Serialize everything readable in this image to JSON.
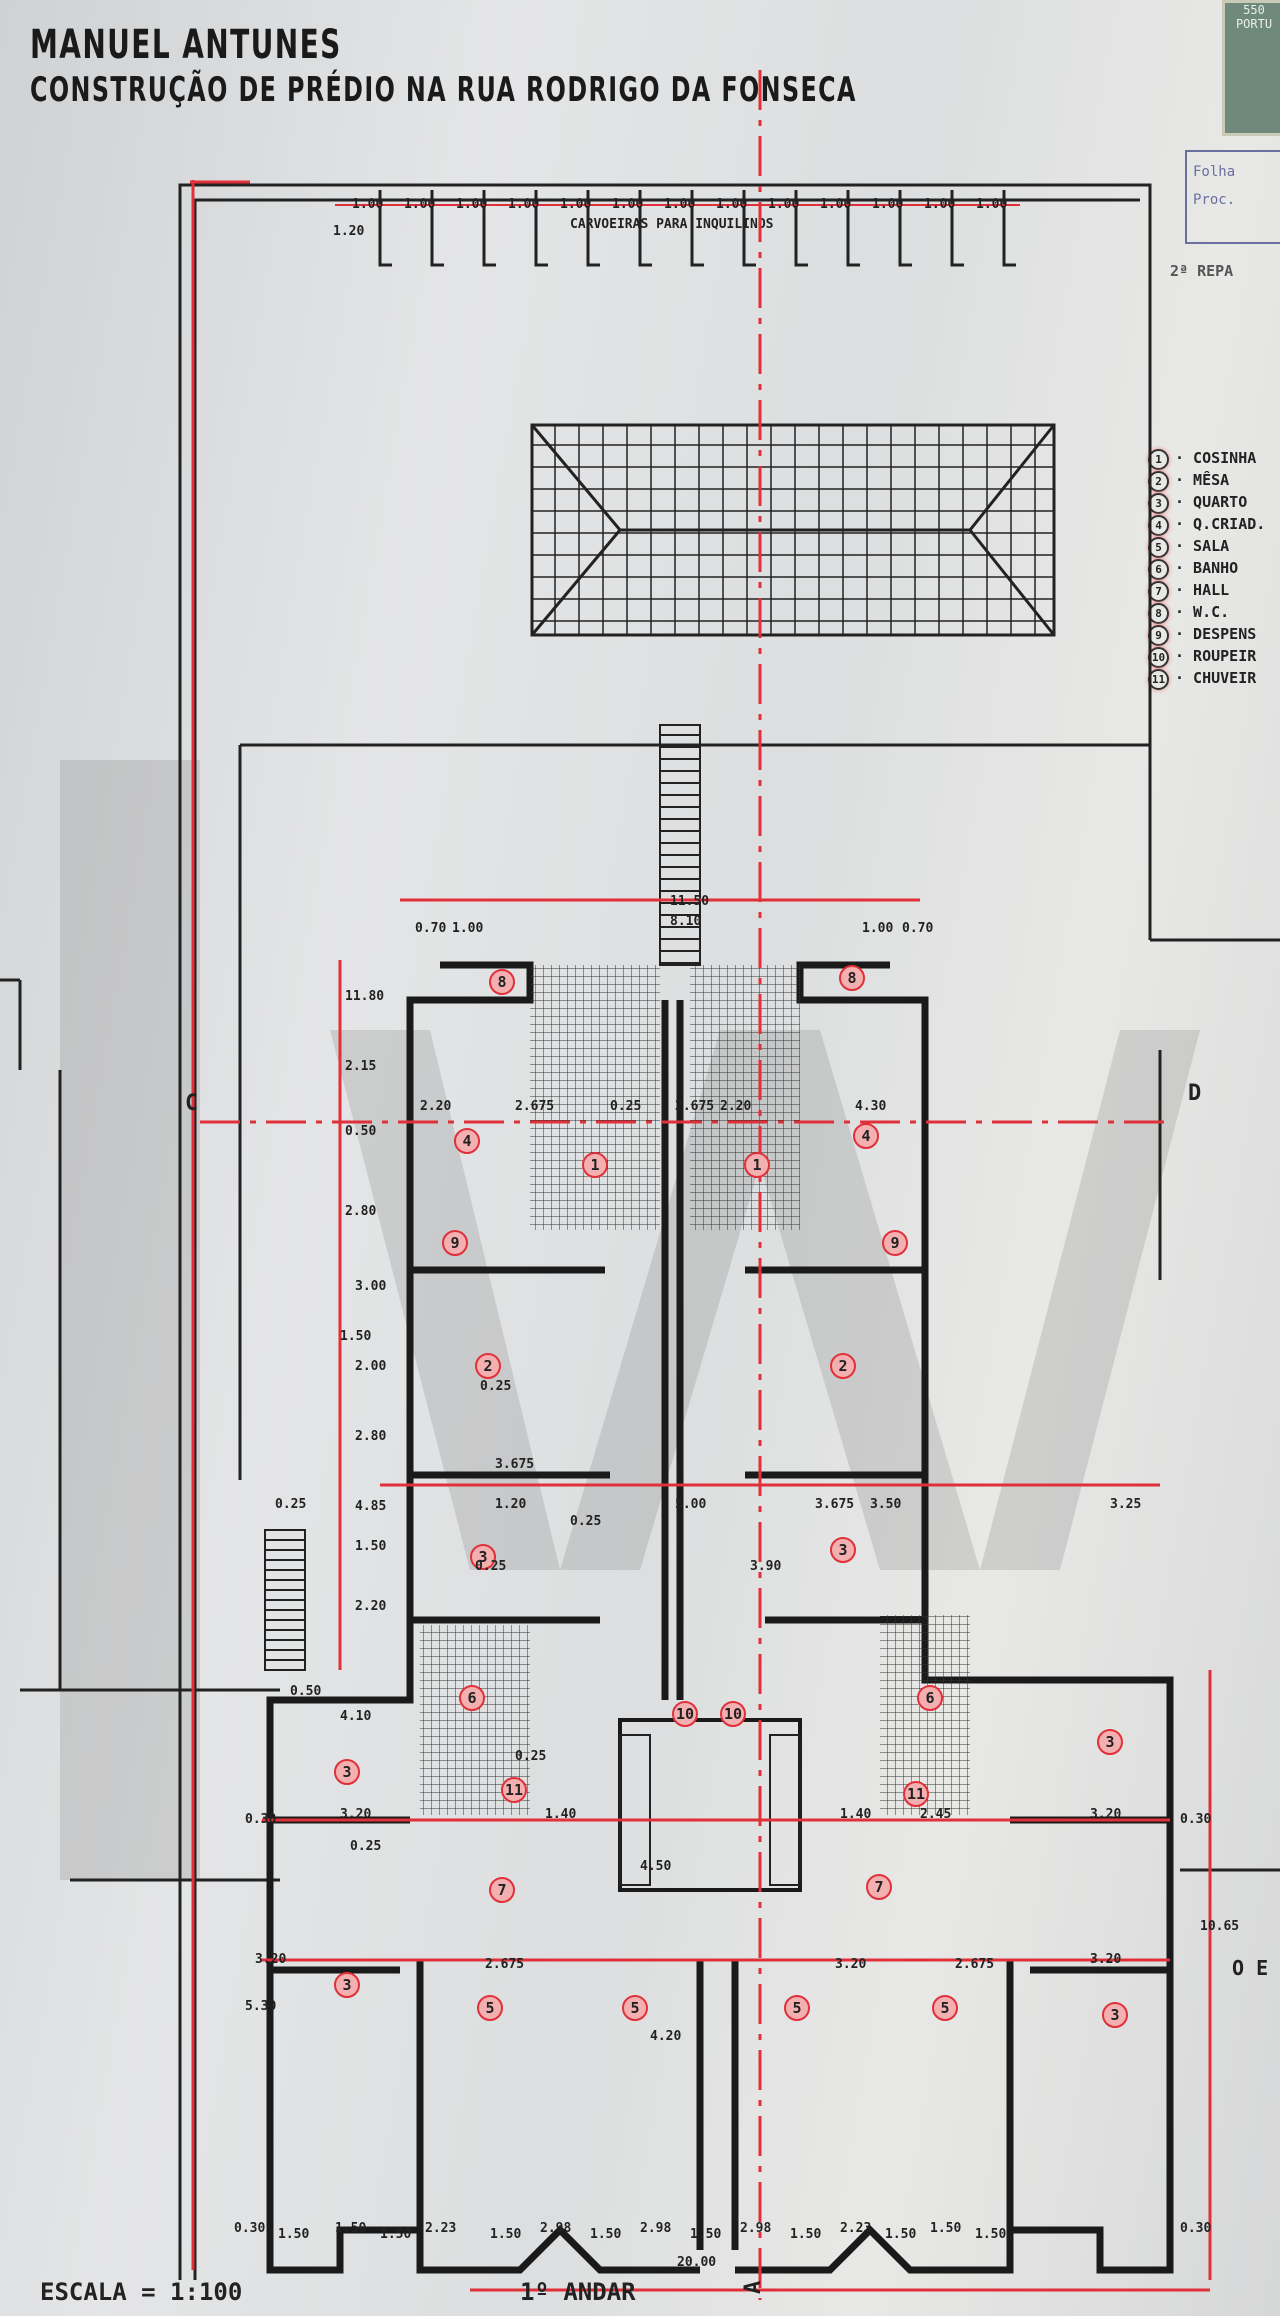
{
  "header": {
    "owner": "MANUEL ANTUNES",
    "project": "CONSTRUÇÃO DE PRÉDIO NA RUA RODRIGO DA FONSECA"
  },
  "stamp": {
    "value": "550",
    "country": "PORTU"
  },
  "registry_box": {
    "folha": "Folha",
    "proc": "Proc.",
    "dept": "2ª REPA"
  },
  "legend": [
    {
      "n": "1",
      "label": "COSINHA"
    },
    {
      "n": "2",
      "label": "MÊSA"
    },
    {
      "n": "3",
      "label": "QUARTO"
    },
    {
      "n": "4",
      "label": "Q.CRIAD."
    },
    {
      "n": "5",
      "label": "SALA"
    },
    {
      "n": "6",
      "label": "BANHO"
    },
    {
      "n": "7",
      "label": "HALL"
    },
    {
      "n": "8",
      "label": "W.C."
    },
    {
      "n": "9",
      "label": "DESPENS"
    },
    {
      "n": "10",
      "label": "ROUPEIR"
    },
    {
      "n": "11",
      "label": "CHUVEIR"
    }
  ],
  "plan": {
    "coal_bins_label": "CARVOEIRAS PARA INQUILINOS",
    "section_left": "C",
    "section_right": "D",
    "right_note": "O E",
    "floor_label": "1º ANDAR",
    "scale_label": "ESCALA = 1:100",
    "section_mark": "A",
    "bin_dims": [
      "1.20",
      "1.00",
      "1.00",
      "1.00",
      "1.00",
      "1.00",
      "1.00",
      "1.00",
      "1.00",
      "1.00",
      "1.00",
      "1.00",
      "1.00",
      "1.00"
    ],
    "dims": [
      "11.50",
      "8.10",
      "0.70",
      "1.00",
      "1.00",
      "0.70",
      "11.80",
      "2.15",
      "0.50",
      "2.80",
      "3.00",
      "1.50",
      "2.00",
      "2.80",
      "4.85",
      "1.50",
      "2.20",
      "2.20",
      "2.675",
      "0.25",
      "2.675",
      "2.20",
      "4.30",
      "0.25",
      "3.675",
      "1.20",
      "3.675",
      "5.00",
      "3.50",
      "3.25",
      "0.25",
      "0.25",
      "3.90",
      "4.10",
      "3.20",
      "1.40",
      "1.40",
      "2.45",
      "3.20",
      "0.30",
      "0.30",
      "4.50",
      "2.675",
      "3.20",
      "3.20",
      "2.675",
      "3.20",
      "5.30",
      "4.20",
      "10.65",
      "0.25",
      "0.50",
      "0.25",
      "0.25"
    ],
    "bottom_dims": [
      "0.30",
      "1.50",
      "1.50",
      "1.50",
      "2.23",
      "1.50",
      "2.98",
      "1.50",
      "2.98",
      "1.50",
      "2.98",
      "1.50",
      "2.23",
      "1.50",
      "1.50",
      "1.50",
      "0.30",
      "20.00"
    ],
    "rooms": [
      "8",
      "8",
      "1",
      "1",
      "4",
      "4",
      "9",
      "9",
      "2",
      "2",
      "3",
      "3",
      "6",
      "6",
      "10",
      "10",
      "3",
      "3",
      "11",
      "11",
      "7",
      "7",
      "3",
      "3",
      "5",
      "5",
      "5",
      "5"
    ]
  },
  "colors": {
    "ink": "#1a1a1a",
    "red_pencil": "#e0303a",
    "paper": "#dcdedf",
    "watermark": "#9a9a9a"
  }
}
